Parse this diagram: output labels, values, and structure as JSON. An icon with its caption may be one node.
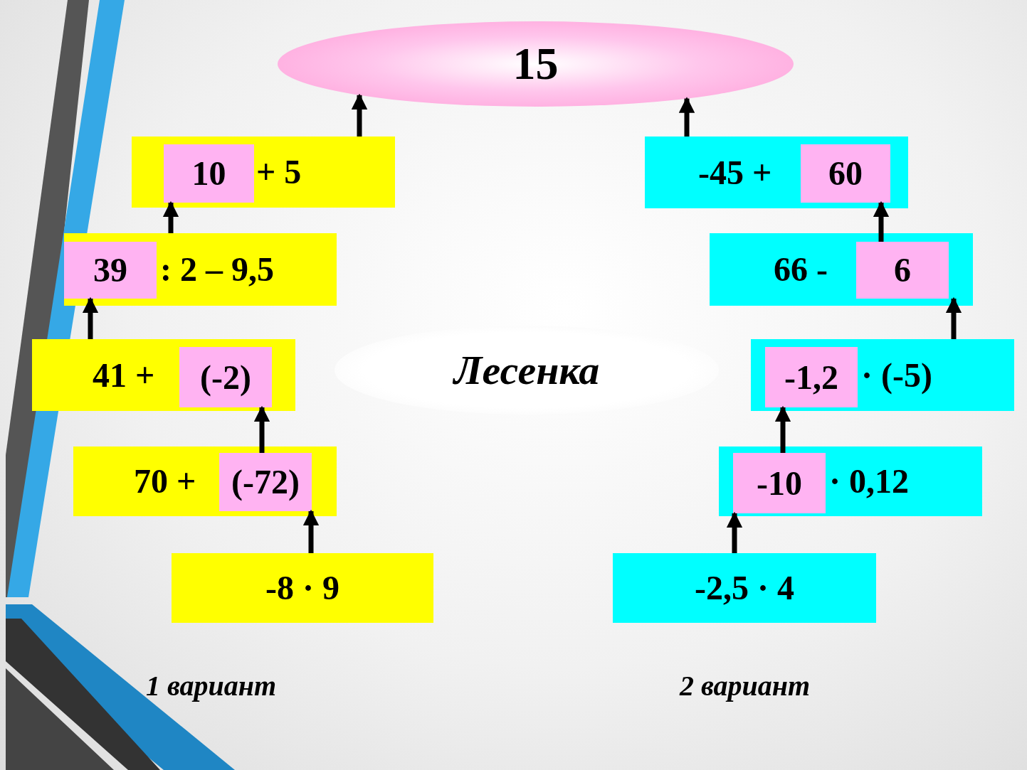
{
  "diagram": {
    "nodes": [
      {
        "text": [
          "15"
        ]
      },
      {
        "text": [
          "+ 5"
        ]
      },
      {
        "text": [
          "10"
        ],
        "in": 1
      },
      {
        "text": [
          ": 2 – 9,5"
        ]
      },
      {
        "text": [
          "39"
        ],
        "in": 3
      },
      {
        "text": [
          "41 +"
        ]
      },
      {
        "text": [
          "(-2)"
        ],
        "in": 5
      },
      {
        "text": [
          "70 +"
        ]
      },
      {
        "text": [
          "(-72)"
        ],
        "in": 7
      },
      {
        "text": [
          "-8 · 9"
        ]
      },
      {
        "text": [
          "-45 +"
        ]
      },
      {
        "text": [
          "60"
        ],
        "in": 10
      },
      {
        "text": [
          "66 -"
        ]
      },
      {
        "text": [
          "6"
        ],
        "in": 12
      },
      {
        "text": [
          "· (-5)"
        ]
      },
      {
        "text": [
          "-1,2"
        ],
        "in": 14
      },
      {
        "text": [
          "· 0,12"
        ]
      },
      {
        "text": [
          "-10"
        ],
        "in": 16
      },
      {
        "text": [
          "-2,5 · 4"
        ]
      },
      {
        "text": [
          "Лесенка"
        ]
      }
    ],
    "edges": [
      {
        "from": 1,
        "to": 0,
        "arrow": "to"
      },
      {
        "from": 3,
        "to": 2,
        "arrow": "to"
      },
      {
        "from": 5,
        "to": 4,
        "arrow": "to"
      },
      {
        "from": 8,
        "to": 6,
        "arrow": "to"
      },
      {
        "from": 9,
        "to": 8,
        "arrow": "to"
      },
      {
        "from": 10,
        "to": 0,
        "arrow": "to"
      },
      {
        "from": 13,
        "to": 11,
        "arrow": "to"
      },
      {
        "from": 14,
        "to": 13,
        "arrow": "to"
      },
      {
        "from": 17,
        "to": 15,
        "arrow": "to"
      },
      {
        "from": 18,
        "to": 17,
        "arrow": "to"
      }
    ],
    "labels": [
      "1 вариант",
      "2 вариант"
    ]
  }
}
